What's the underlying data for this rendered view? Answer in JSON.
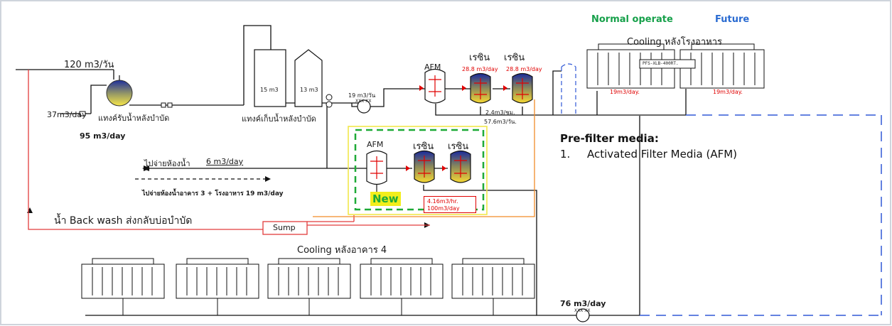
{
  "legend": {
    "normal_operate": "Normal operate",
    "future": "Future",
    "normal_color": "#16a04a",
    "future_color": "#2a6bd1"
  },
  "flows": {
    "inlet": "120 m3/วัน",
    "bypass_left": "37m3/day",
    "pump_out": "95 m3/day",
    "afm_feed": "19 m3/วัน",
    "resin_top1": "28.8 m3/day",
    "resin_top2": "28.8 m3/day",
    "resin_out1": "2.4m3/ชม.",
    "resin_out2": "57.6m3/วัน.",
    "cooling_top_left": "19m3/day.",
    "cooling_top_right": "19m3/day.",
    "restroom": "6 m3/day",
    "new_resin_flow1": "4.16m3/hr.",
    "new_resin_flow2": "100m3/day",
    "cooling_bottom": "76 m3/day"
  },
  "labels": {
    "receiving_tank": "แทงค์รับน้ำหลังบำบัด",
    "storage_tank": "แทงค์เก็บน้ำหลังบำบัด",
    "tank_15": "15 m3",
    "tank_13": "13 m3",
    "afm_top": "AFM",
    "resin_top_a": "เรซิน",
    "resin_top_b": "เรซิน",
    "afm_new": "AFM",
    "resin_new_a": "เรซิน",
    "resin_new_b": "เรซิน",
    "new_badge": "New",
    "cooling_top": "Cooling หลังโรงอาหาร",
    "tower_tag": "PFS-XLB-400RT.",
    "restroom_prefix": "ไปจ่ายห้องน้ำ",
    "future_route": "ไปจ่ายห้องน้ำอาคาร 3 + โรงอาหาร 19 m3/day",
    "backwash": "น้ำ Back wash  ส่งกลับบ่อบำบัด",
    "sump": "Sump",
    "cooling_bottom": "Cooling หลังอาคาร 4",
    "pump_tag1": "XXX XX",
    "pump_tag2": "XXX XX"
  },
  "prefilter": {
    "title": "Pre-filter media:",
    "item_number": "1.",
    "item_text": "Activated Filter Media (AFM)"
  }
}
